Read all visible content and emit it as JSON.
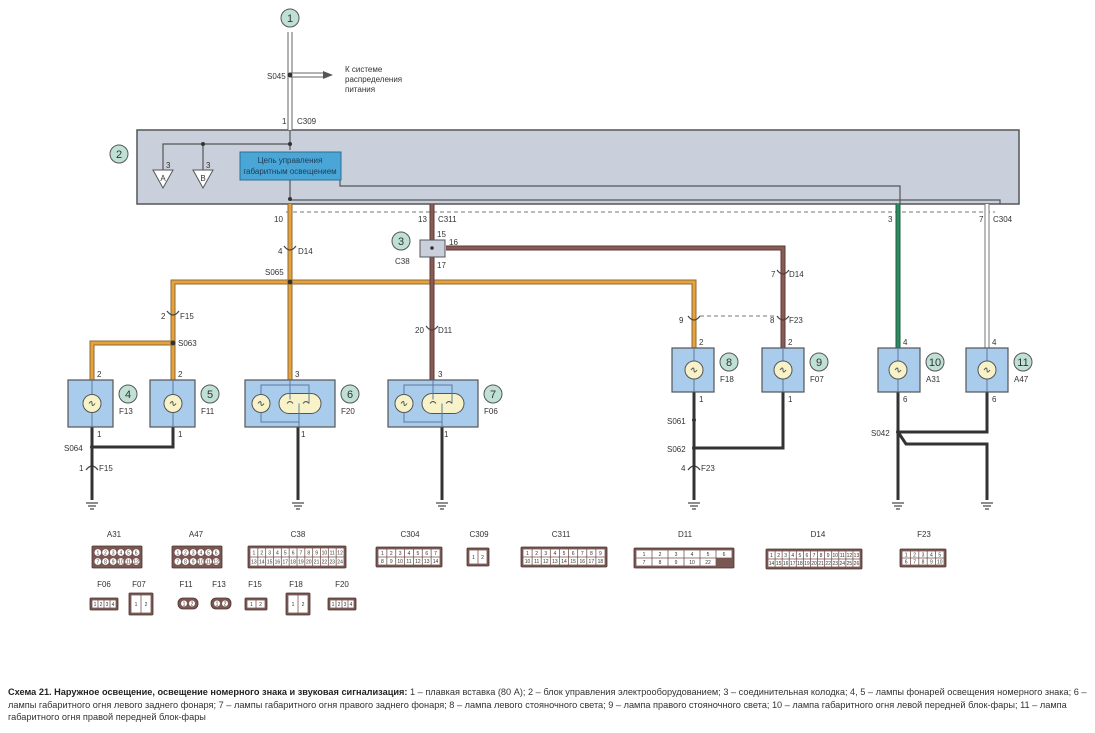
{
  "diagram": {
    "components": [
      {
        "id": "1",
        "label": "1"
      },
      {
        "id": "2",
        "label": "2"
      },
      {
        "id": "3",
        "label": "3"
      },
      {
        "id": "4",
        "label": "4",
        "connector": "F13"
      },
      {
        "id": "5",
        "label": "5",
        "connector": "F11"
      },
      {
        "id": "6",
        "label": "6",
        "connector": "F20"
      },
      {
        "id": "7",
        "label": "7",
        "connector": "F06"
      },
      {
        "id": "8",
        "label": "8",
        "connector": "F18"
      },
      {
        "id": "9",
        "label": "9",
        "connector": "F07"
      },
      {
        "id": "10",
        "label": "10",
        "connector": "A31"
      },
      {
        "id": "11",
        "label": "11",
        "connector": "A47"
      }
    ],
    "power_note": [
      "К системе",
      "распределения",
      "питания"
    ],
    "control_circuit_label": [
      "Цепь управления",
      "габаритным освещением"
    ],
    "splices": {
      "s045": "S045",
      "s065": "S065",
      "s063": "S063",
      "s064": "S064",
      "s061": "S061",
      "s062": "S062",
      "s042": "S042"
    },
    "connectors": {
      "c309": "C309",
      "c311": "C311",
      "c304": "C304",
      "c38": "C38",
      "d14": "D14",
      "d11": "D11",
      "f15": "F15",
      "f23": "F23"
    },
    "ground_refs": {
      "a": "A",
      "b": "B",
      "pin": "3"
    },
    "pins": {
      "c309": "1",
      "bcm_10": "10",
      "c311_13": "13",
      "c304_3": "3",
      "c304_7": "7",
      "c38_15": "15",
      "c38_16": "16",
      "c38_17": "17",
      "d14_4": "4",
      "d14_7": "7",
      "d11_20": "20",
      "f15_2": "2",
      "f15_1": "1",
      "f23_9": "9",
      "f23_8": "8",
      "f23_4": "4",
      "l4_top": "2",
      "l4_bot": "1",
      "l5_top": "2",
      "l5_bot": "1",
      "l6_top": "3",
      "l6_bot": "1",
      "l7_top": "3",
      "l7_bot": "1",
      "l8_top": "2",
      "l8_bot": "1",
      "l9_top": "2",
      "l9_bot": "1",
      "l10_top": "4",
      "l10_bot": "6",
      "l11_top": "4",
      "l11_bot": "6"
    },
    "wire_colors": {
      "orange": "#e8a23a",
      "brown": "#8a5a56",
      "green": "#2e8a62",
      "white": "#ffffff",
      "black": "#333333"
    },
    "connector_views": [
      {
        "name": "A31",
        "pins": [
          "1",
          "2",
          "3",
          "4",
          "5",
          "6",
          "7",
          "8",
          "9",
          "10",
          "11",
          "12"
        ]
      },
      {
        "name": "A47",
        "pins": [
          "1",
          "2",
          "3",
          "4",
          "5",
          "6",
          "7",
          "8",
          "9",
          "10",
          "11",
          "12"
        ]
      },
      {
        "name": "C38",
        "pins": [
          "1",
          "2",
          "3",
          "4",
          "5",
          "6",
          "7",
          "8",
          "9",
          "10",
          "11",
          "12",
          "13",
          "14",
          "15",
          "16",
          "17",
          "18",
          "19",
          "20",
          "21",
          "22",
          "23",
          "24"
        ]
      },
      {
        "name": "C304",
        "pins": [
          "1",
          "2",
          "3",
          "4",
          "5",
          "6",
          "7",
          "8",
          "9",
          "10",
          "11",
          "12",
          "13",
          "14"
        ]
      },
      {
        "name": "C309",
        "pins": [
          "1",
          "2"
        ]
      },
      {
        "name": "C311",
        "pins": [
          "1",
          "2",
          "3",
          "4",
          "5",
          "6",
          "7",
          "8",
          "9",
          "10",
          "11",
          "12",
          "13",
          "14",
          "15",
          "16",
          "17",
          "18"
        ]
      },
      {
        "name": "D11",
        "pins": [
          "1",
          "2",
          "3",
          "4",
          "5",
          "6",
          "7",
          "8",
          "9",
          "10",
          "22"
        ]
      },
      {
        "name": "D14",
        "pins": [
          "1",
          "2",
          "3",
          "4",
          "5",
          "6",
          "7",
          "8",
          "9",
          "10",
          "11",
          "12",
          "13",
          "14",
          "15",
          "16",
          "17",
          "18",
          "19",
          "20",
          "21",
          "22",
          "23",
          "24",
          "25",
          "26"
        ]
      },
      {
        "name": "F23",
        "pins": [
          "1",
          "2",
          "3",
          "4",
          "5",
          "6",
          "7",
          "8",
          "9",
          "10"
        ]
      },
      {
        "name": "F06",
        "pins": [
          "1",
          "2",
          "3",
          "4"
        ]
      },
      {
        "name": "F07",
        "pins": [
          "1",
          "2"
        ]
      },
      {
        "name": "F11",
        "pins": [
          "1",
          "2"
        ]
      },
      {
        "name": "F13",
        "pins": [
          "1",
          "2"
        ]
      },
      {
        "name": "F15",
        "pins": [
          "1",
          "2"
        ]
      },
      {
        "name": "F18",
        "pins": [
          "1",
          "2"
        ]
      },
      {
        "name": "F20",
        "pins": [
          "1",
          "2",
          "3",
          "4"
        ]
      }
    ]
  },
  "caption": {
    "title": "Схема 21. Наружное освещение, освещение номерного знака и звуковая сигнализация:",
    "text": " 1 – плавкая вставка (80 А); 2 – блок управления электрооборудованием; 3 – соединительная колодка; 4, 5 – лампы фонарей освещения номерного знака; 6 – лампы габаритного огня левого заднего фонаря; 7 – лампы габаритного огня правого заднего фонаря; 8 – лампа левого стояночного света; 9 – лампа правого стояночного света; 10 – лампа габаритного огня левой передней блок-фары; 11 – лампа габаритного огня правой передней блок-фары"
  }
}
